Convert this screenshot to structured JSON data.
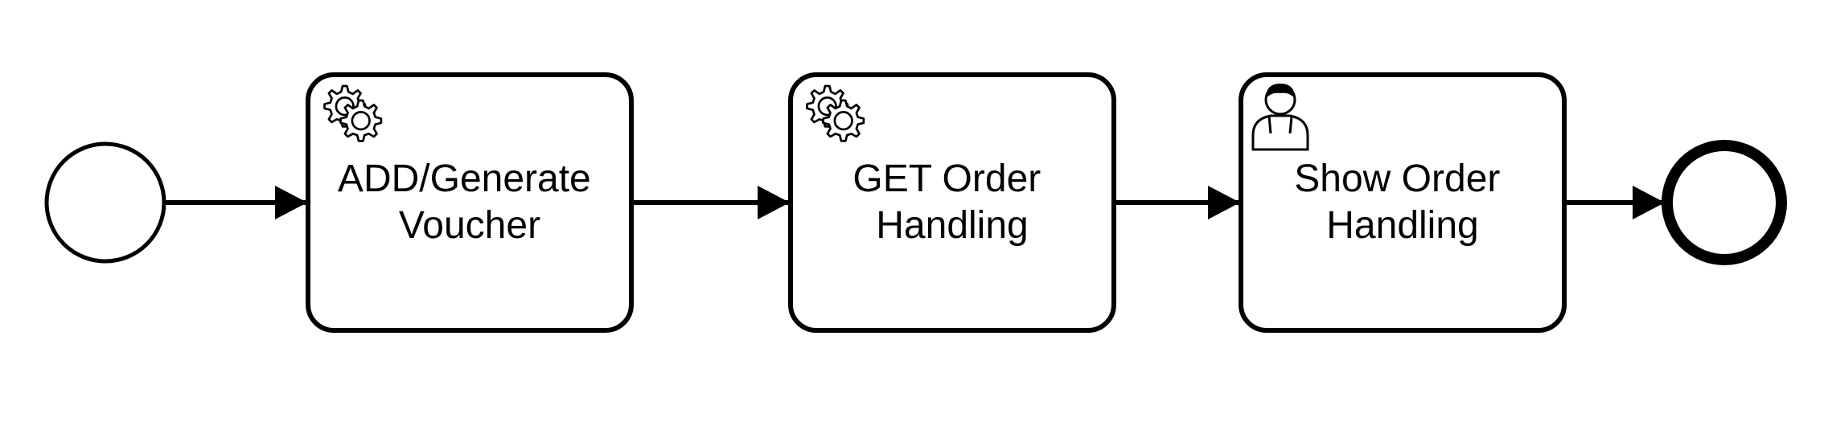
{
  "diagram": {
    "start_event": {
      "kind": "start-event"
    },
    "tasks": [
      {
        "type": "service-task",
        "icon": "gear-icon",
        "label_line1": "ADD/Generate",
        "label_line2": "Voucher"
      },
      {
        "type": "service-task",
        "icon": "gear-icon",
        "label_line1": "GET Order",
        "label_line2": "Handling"
      },
      {
        "type": "user-task",
        "icon": "user-icon",
        "label_line1": "Show Order",
        "label_line2": "Handling"
      }
    ],
    "end_event": {
      "kind": "end-event"
    },
    "flows": [
      {
        "from": "start-event",
        "to": "task-1"
      },
      {
        "from": "task-1",
        "to": "task-2"
      },
      {
        "from": "task-2",
        "to": "task-3"
      },
      {
        "from": "task-3",
        "to": "end-event"
      }
    ],
    "stroke_color": "#000000",
    "fill_color": "#ffffff"
  }
}
